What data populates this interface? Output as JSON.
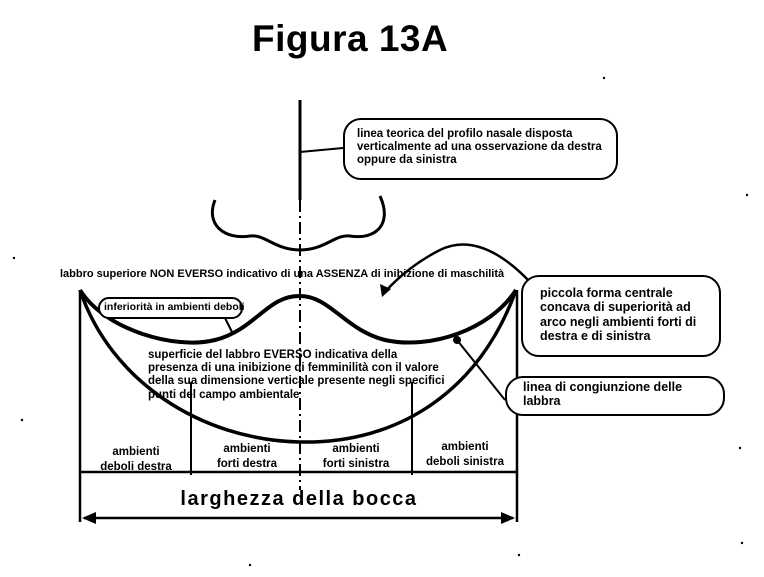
{
  "figure": {
    "title": "Figura 13A",
    "callouts": {
      "nose_line": "linea teorica del profilo nasale disposta verticalmente ad una osservazione da destra oppure da sinistra",
      "upper_lip": "labbro superiore NON EVERSO indicativo di una ASSENZA  di inibizione di maschilità",
      "weak_inferiority": "inferiorità in ambienti deboli",
      "central_form": "piccola forma centrale concava di superiorità ad arco negli ambienti forti di destra e di sinistra",
      "lower_lip_surface": "superficie del labbro EVERSO indicativa della presenza di una inibizione di femminilità con il valore della sua dimensione verticale presente negli specifici punti del campo ambientale",
      "junction_line": "linea di congiunzione delle labbra"
    },
    "segments": [
      {
        "line1": "ambienti",
        "line2": "deboli destra"
      },
      {
        "line1": "ambienti",
        "line2": "forti destra"
      },
      {
        "line1": "ambienti",
        "line2": "forti sinistra"
      },
      {
        "line1": "ambienti",
        "line2": "deboli sinistra"
      }
    ],
    "width_label": "larghezza della bocca"
  }
}
